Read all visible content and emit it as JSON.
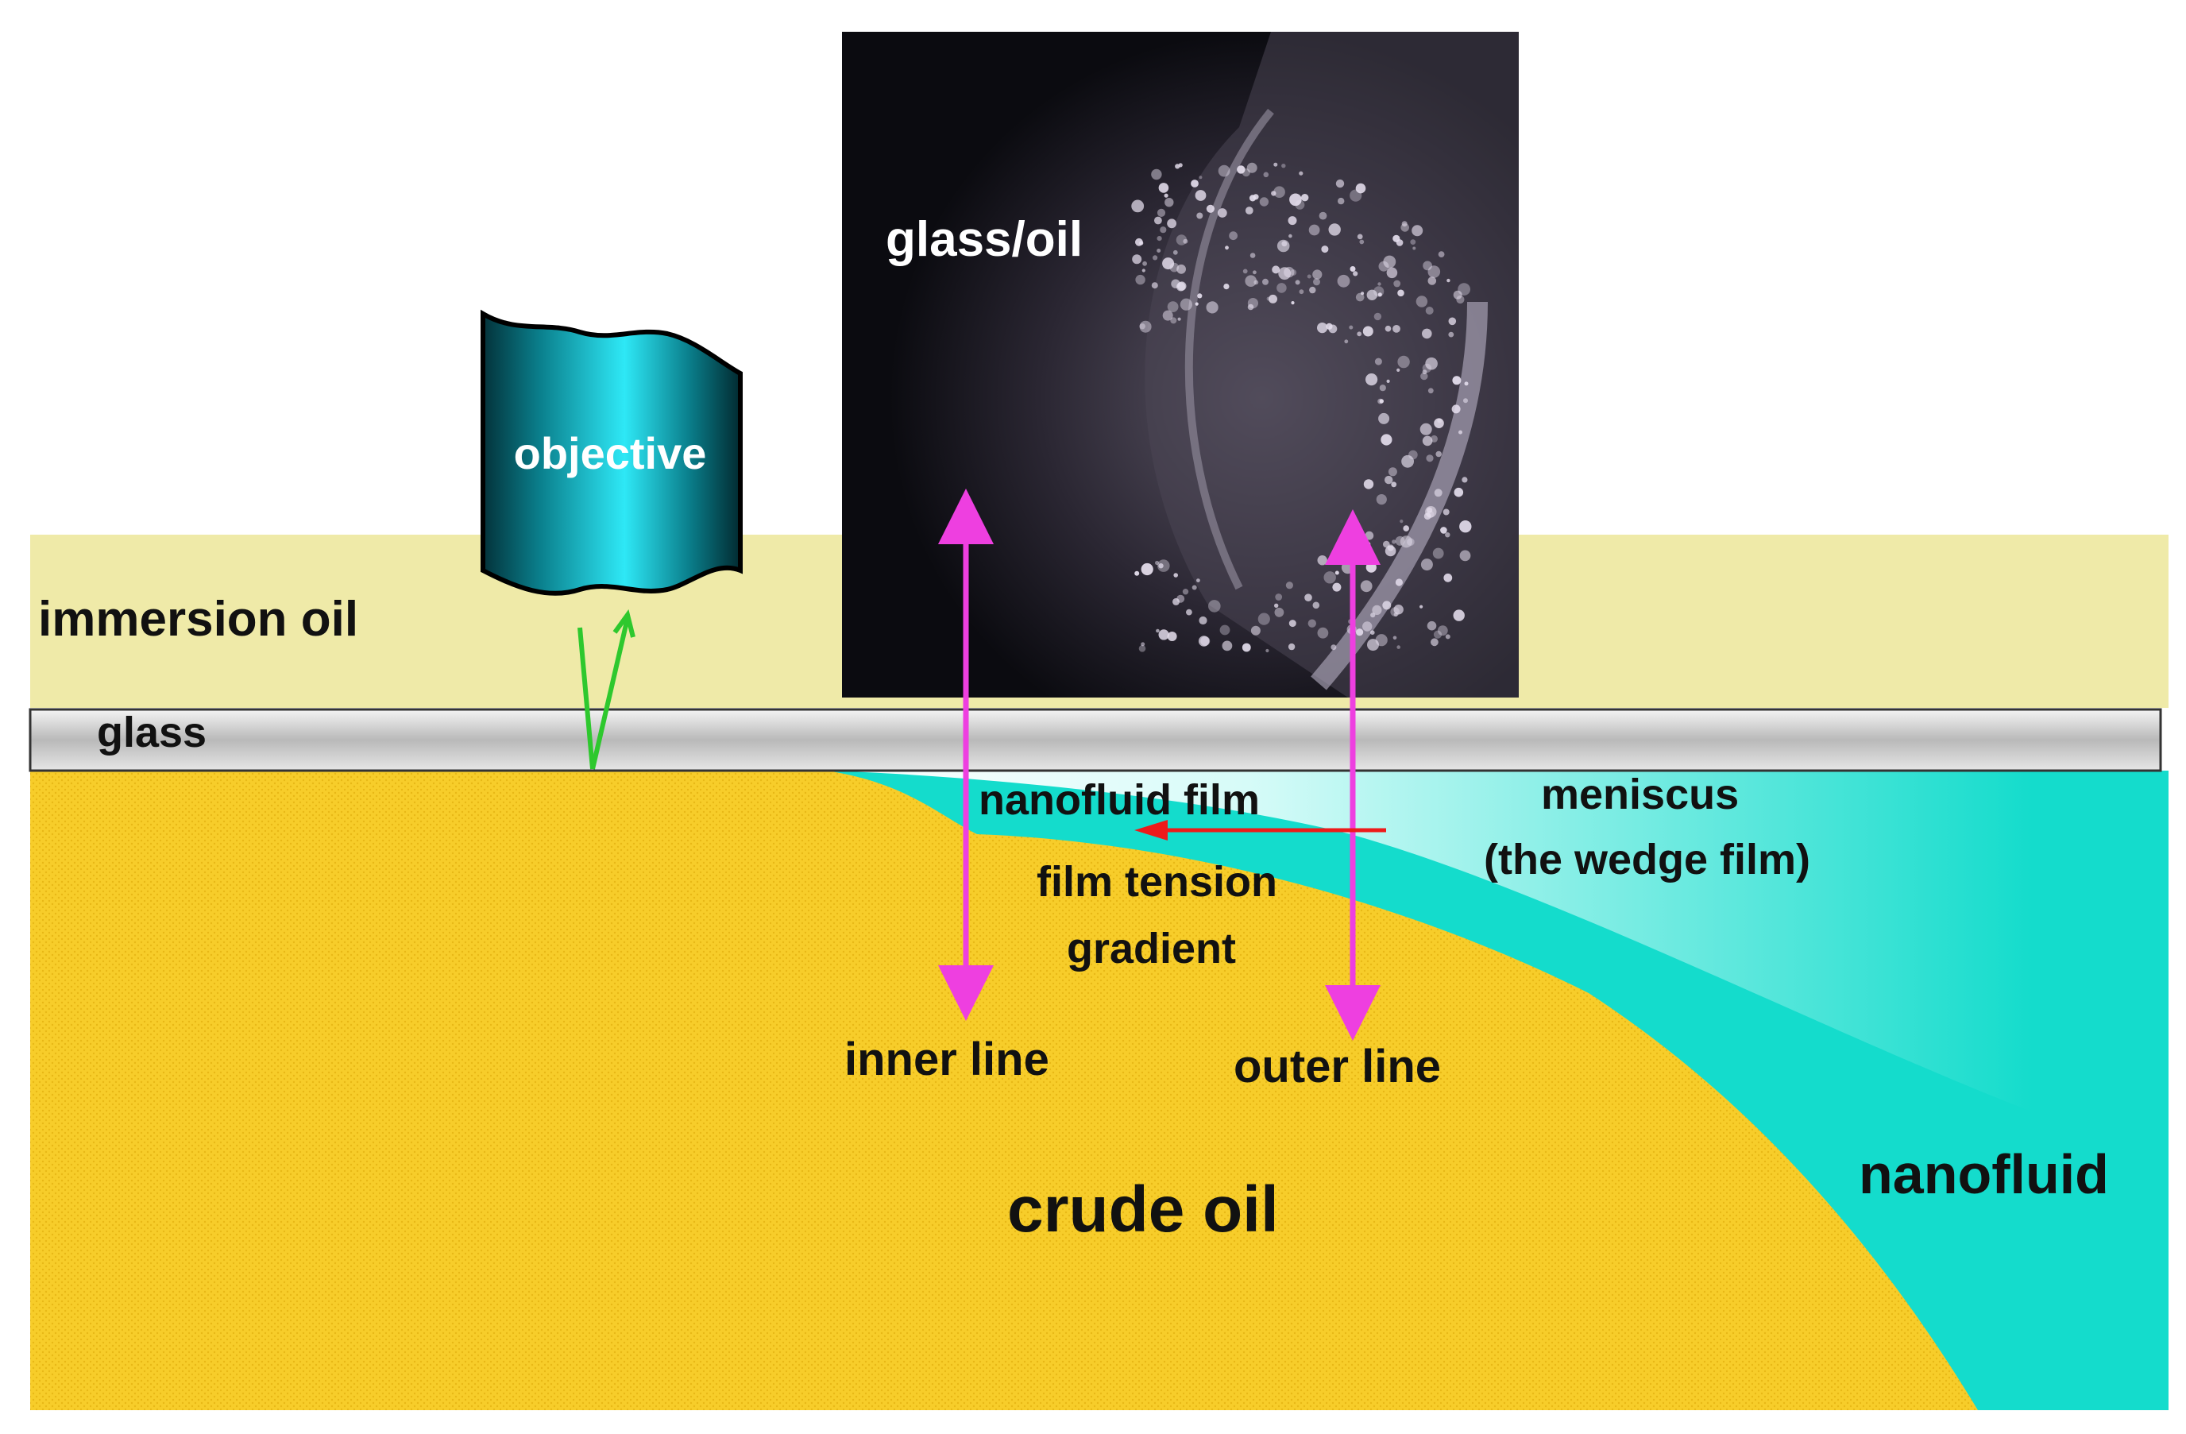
{
  "labels": {
    "immersion_oil": "immersion oil",
    "objective": "objective",
    "glass": "glass",
    "photo_label": "glass/oil",
    "nanofluid_film": "nanofluid film",
    "meniscus": "meniscus",
    "meniscus_sub": "(the wedge film)",
    "film_tension_1": "film tension",
    "film_tension_2": "gradient",
    "inner_line": "inner line",
    "outer_line": "outer line",
    "crude_oil": "crude oil",
    "nanofluid": "nanofluid"
  },
  "colors": {
    "immersion_oil": "#efeaa8",
    "crude_oil": "#f7cd2a",
    "nanofluid": "#14dccc",
    "glass": "#c9c9c9",
    "objective": "#0fb6c4",
    "photo_bg": "#0b0b10",
    "double_arrow": "#ee3fe0",
    "tension_arrow": "#ee1a1a",
    "light_ray": "#2ec82e"
  }
}
